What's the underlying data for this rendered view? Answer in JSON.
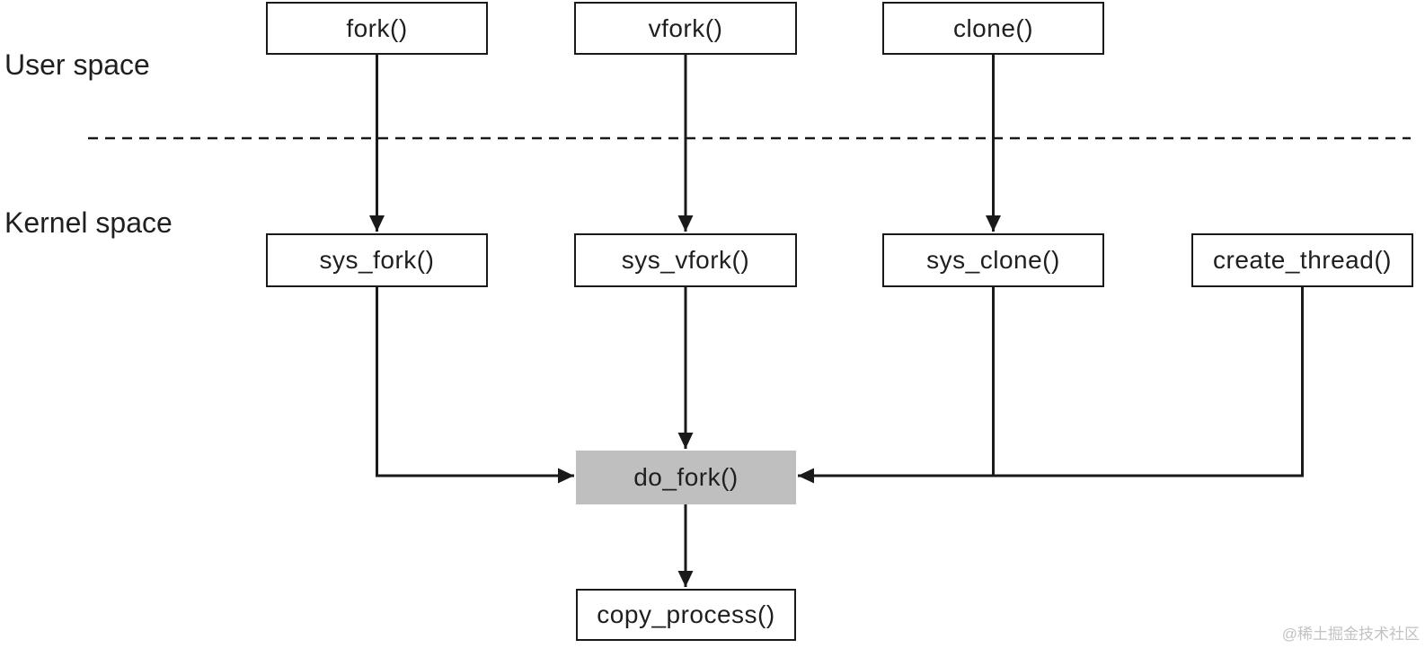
{
  "labels": {
    "user_space": "User space",
    "kernel_space": "Kernel space"
  },
  "nodes": {
    "fork": {
      "label": "fork()"
    },
    "vfork": {
      "label": "vfork()"
    },
    "clone": {
      "label": "clone()"
    },
    "sys_fork": {
      "label": "sys_fork()"
    },
    "sys_vfork": {
      "label": "sys_vfork()"
    },
    "sys_clone": {
      "label": "sys_clone()"
    },
    "create_thread": {
      "label": "create_thread()"
    },
    "do_fork": {
      "label": "do_fork()"
    },
    "copy_process": {
      "label": "copy_process()"
    }
  },
  "edges": [
    {
      "from": "fork",
      "to": "sys_fork"
    },
    {
      "from": "vfork",
      "to": "sys_vfork"
    },
    {
      "from": "clone",
      "to": "sys_clone"
    },
    {
      "from": "sys_fork",
      "to": "do_fork"
    },
    {
      "from": "sys_vfork",
      "to": "do_fork"
    },
    {
      "from": "sys_clone",
      "to": "do_fork"
    },
    {
      "from": "create_thread",
      "to": "do_fork"
    },
    {
      "from": "do_fork",
      "to": "copy_process"
    }
  ],
  "colors": {
    "line": "#1a1a1a",
    "text": "#1f1f1f",
    "highlight_fill": "#bfbfbf",
    "watermark": "#c2c2c2",
    "background": "#ffffff"
  },
  "watermark": "@稀土掘金技术社区"
}
